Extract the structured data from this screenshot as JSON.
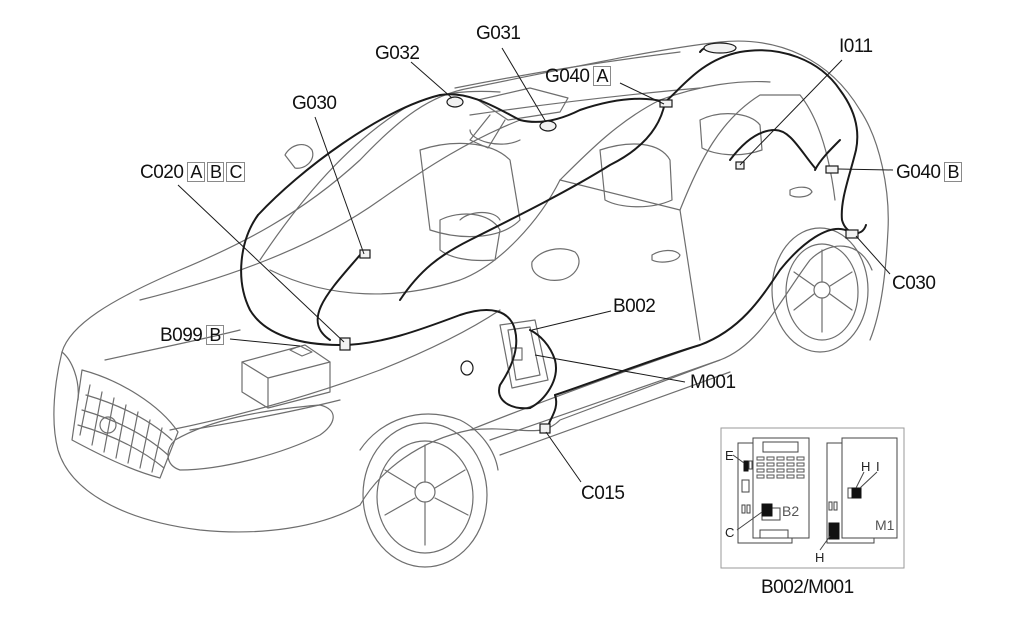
{
  "diagram": {
    "type": "wiring-harness-location",
    "subject": "Car body line drawing with harness routing and connector callouts",
    "line_color": "#1a1a1a",
    "outline_color": "#6e6e6e",
    "background": "#ffffff"
  },
  "callouts": [
    {
      "id": "g032",
      "code": "G032",
      "variants": []
    },
    {
      "id": "g031",
      "code": "G031",
      "variants": []
    },
    {
      "id": "g040a",
      "code": "G040",
      "variants": [
        "A"
      ]
    },
    {
      "id": "i011",
      "code": "I011",
      "variants": []
    },
    {
      "id": "g030",
      "code": "G030",
      "variants": []
    },
    {
      "id": "c020",
      "code": "C020",
      "variants": [
        "A",
        "B",
        "C"
      ]
    },
    {
      "id": "g040b",
      "code": "G040",
      "variants": [
        "B"
      ]
    },
    {
      "id": "c030",
      "code": "C030",
      "variants": []
    },
    {
      "id": "b002",
      "code": "B002",
      "variants": []
    },
    {
      "id": "b099",
      "code": "B099",
      "variants": [
        "B"
      ]
    },
    {
      "id": "m001",
      "code": "M001",
      "variants": []
    },
    {
      "id": "c015",
      "code": "C015",
      "variants": []
    }
  ],
  "inset": {
    "title": "B002/M001",
    "left_module_label": "B2",
    "right_module_label": "M1",
    "connector_letters": {
      "e": "E",
      "c": "C",
      "h_top": "H",
      "i": "I",
      "h_bottom": "H"
    }
  }
}
